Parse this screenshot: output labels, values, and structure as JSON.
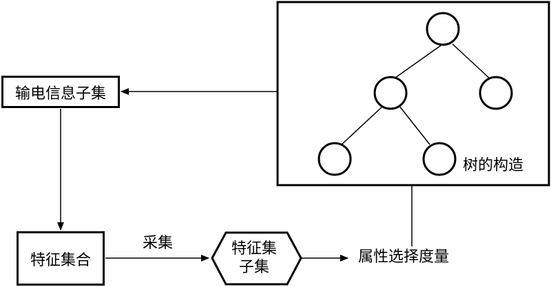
{
  "tree_panel": {
    "label": "树的构造"
  },
  "nodes": {
    "subset": "输电信息子集",
    "feature_set": "特征集合",
    "feature_subset_line1": "特征集",
    "feature_subset_line2": "子集",
    "attribute_measure": "属性选择度量"
  },
  "edges": {
    "collect": "采集"
  }
}
